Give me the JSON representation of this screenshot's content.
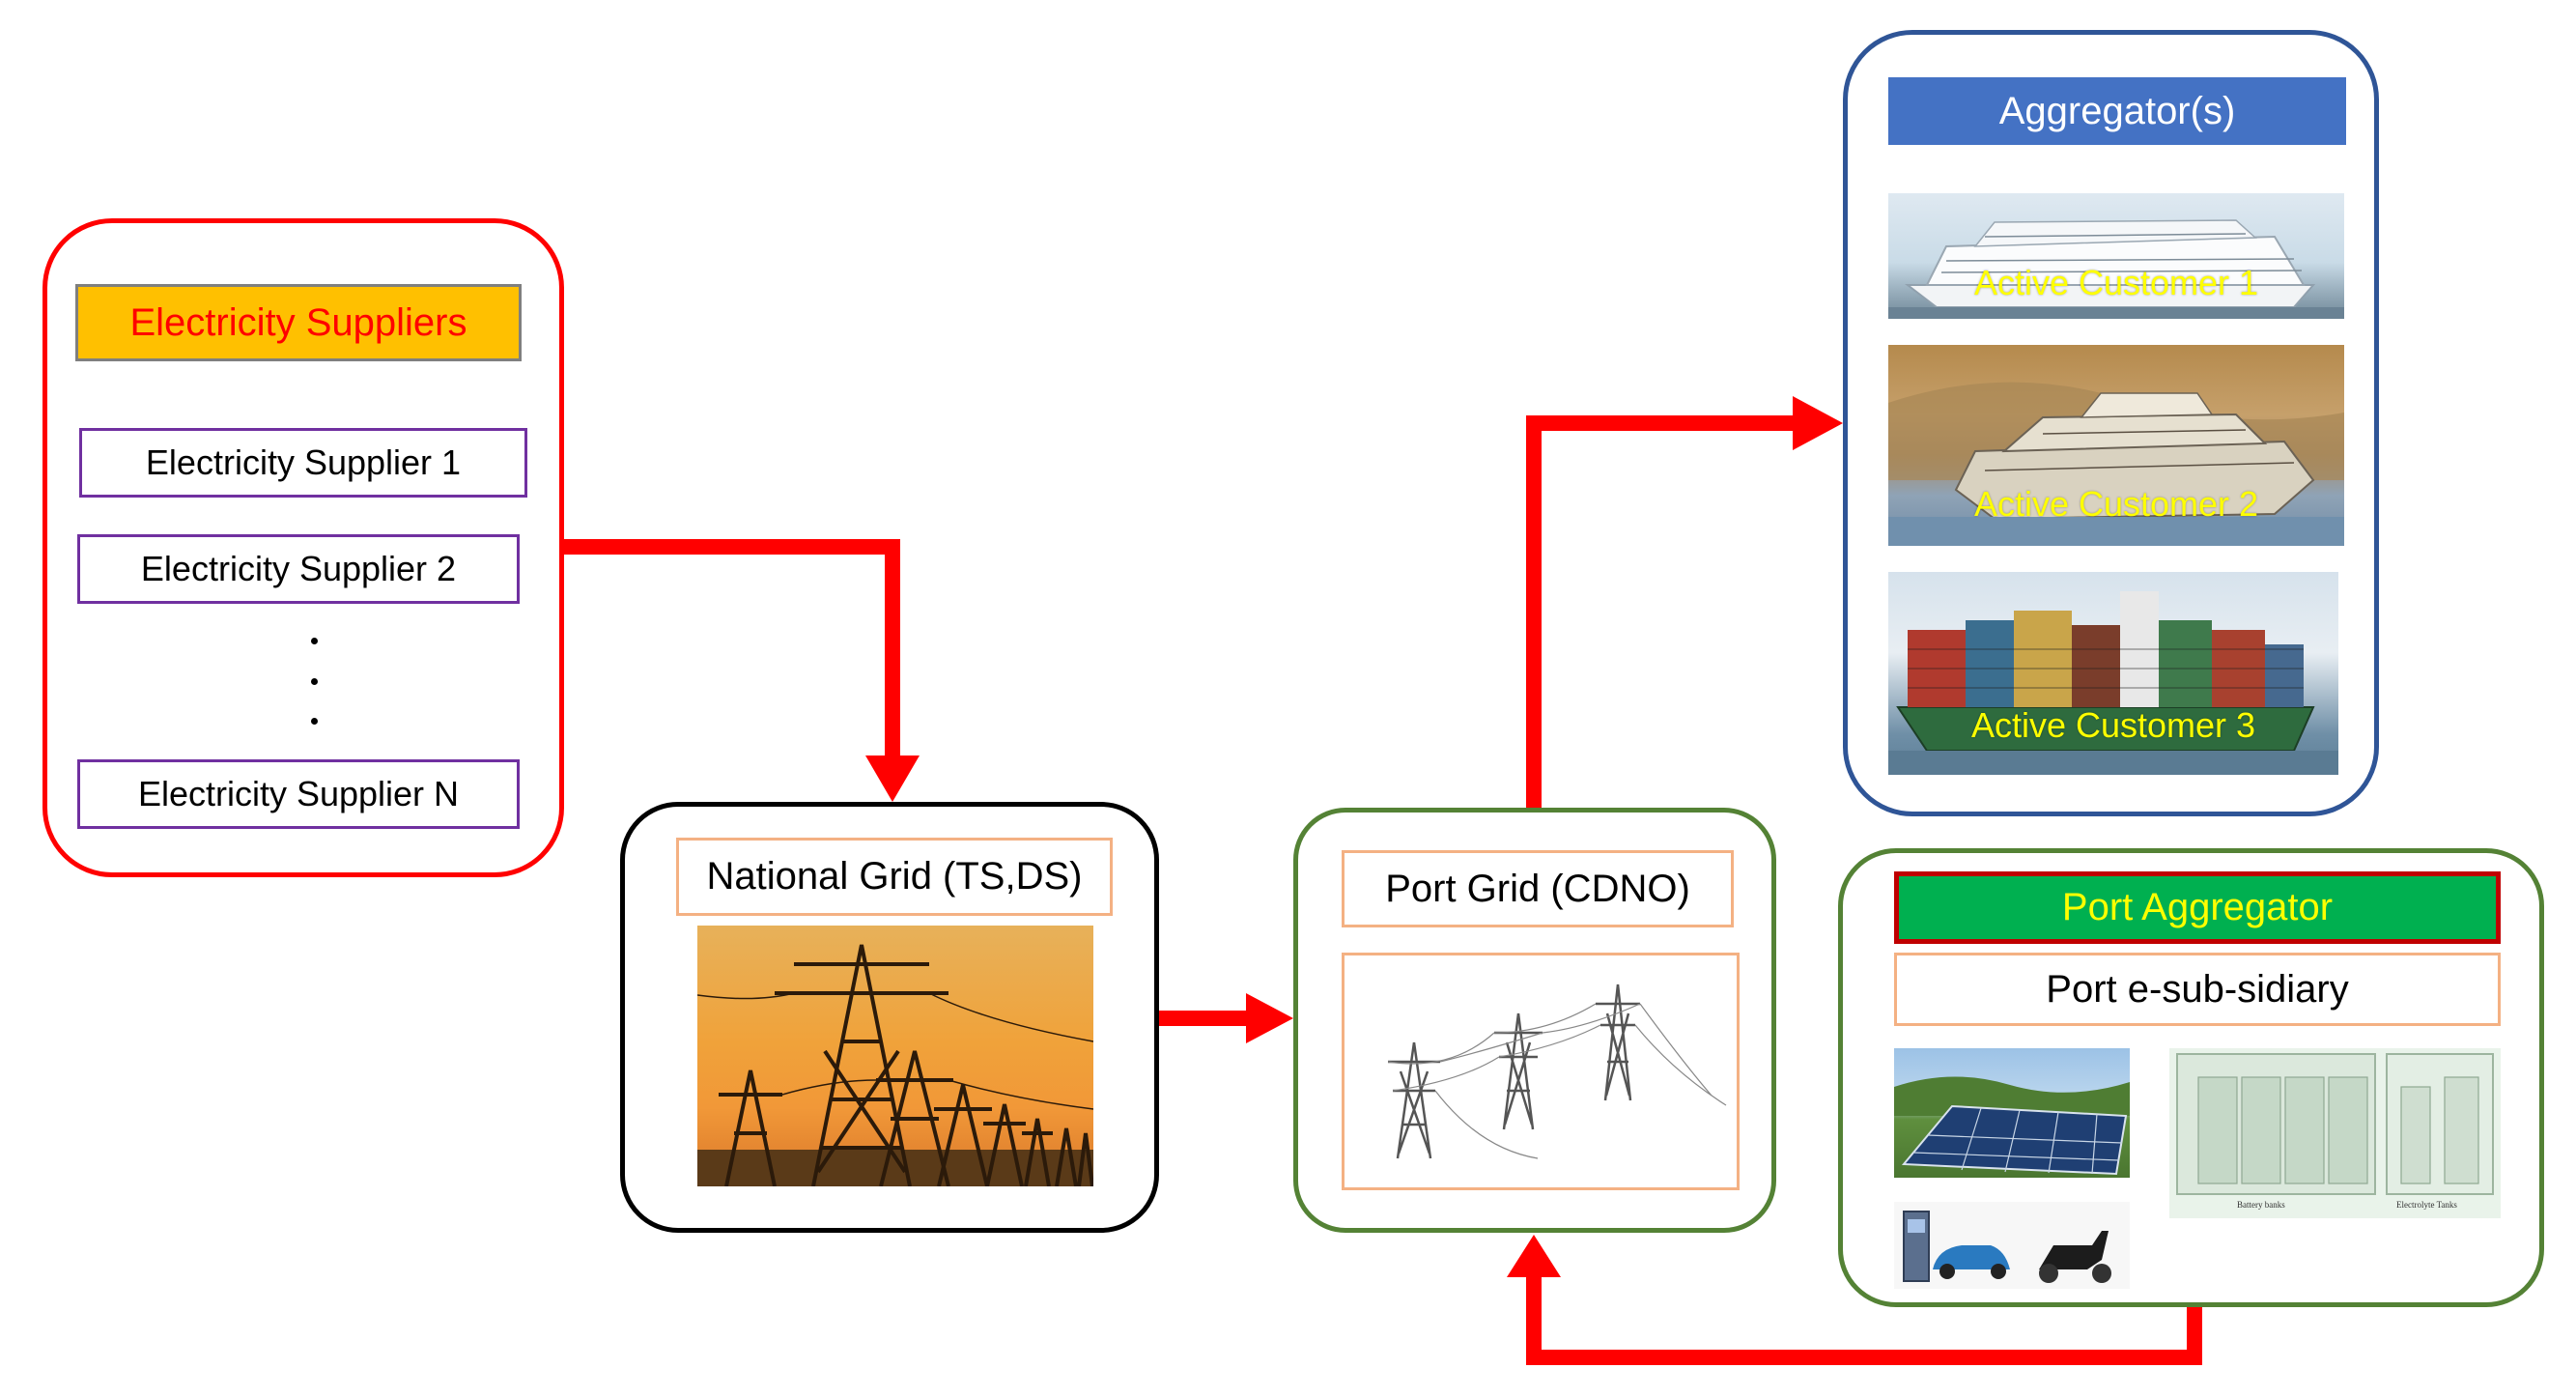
{
  "suppliers": {
    "title": "Electricity Suppliers",
    "items": [
      "Electricity Supplier 1",
      "Electricity Supplier 2",
      "Electricity Supplier N"
    ],
    "ellipsis": "⋮"
  },
  "national_grid": {
    "title": "National Grid (TS,DS)"
  },
  "port_grid": {
    "title": "Port Grid (CDNO)"
  },
  "aggregators": {
    "title": "Aggregator(s)",
    "customers": [
      "Active Customer 1",
      "Active Customer 2",
      "Active Customer 3"
    ]
  },
  "port_aggregator": {
    "title": "Port Aggregator",
    "subsidiary": "Port e-sub-sidiary",
    "battery_captions": [
      "Battery banks",
      "Electrolyte Tanks"
    ]
  },
  "colors": {
    "arrow": "#ff0000",
    "suppliers_border": "#ff0000",
    "national_border": "#000000",
    "port_border": "#548235",
    "aggregator_border": "#2f5597",
    "aggregator_header": "#4472c4",
    "port_aggregator_header": "#00b050",
    "suppliers_header": "#ffc000"
  }
}
